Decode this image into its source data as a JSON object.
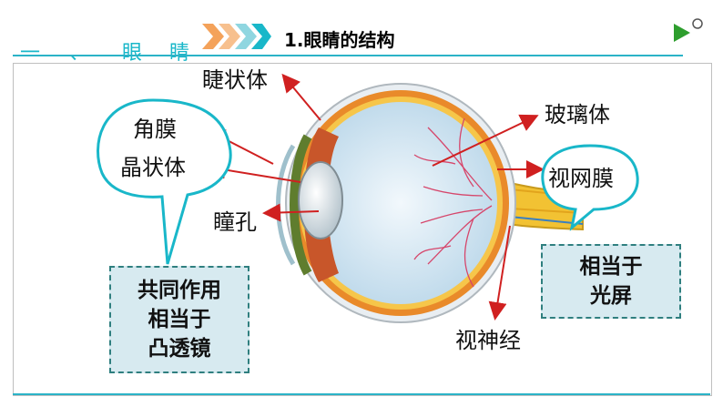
{
  "header": {
    "nav_items": [
      "一",
      "、",
      "眼",
      "睛"
    ],
    "section_title": "1.眼睛的结构"
  },
  "labels": {
    "ciliary_body": "睫状体",
    "vitreous_body": "玻璃体",
    "cornea": "角膜",
    "lens": "晶状体",
    "retina": "视网膜",
    "pupil": "瞳孔",
    "optic_nerve": "视神经"
  },
  "notes": {
    "lens_group": [
      "共同作用",
      "相当于",
      "凸透镜"
    ],
    "retina_equiv": [
      "相当于",
      "光屏"
    ]
  },
  "colors": {
    "accent": "#19b7c9",
    "box_fill": "#d7eaf0",
    "box_border": "#2f7f7f",
    "arrow": "#d02020",
    "bubble_border": "#19b7c9"
  }
}
